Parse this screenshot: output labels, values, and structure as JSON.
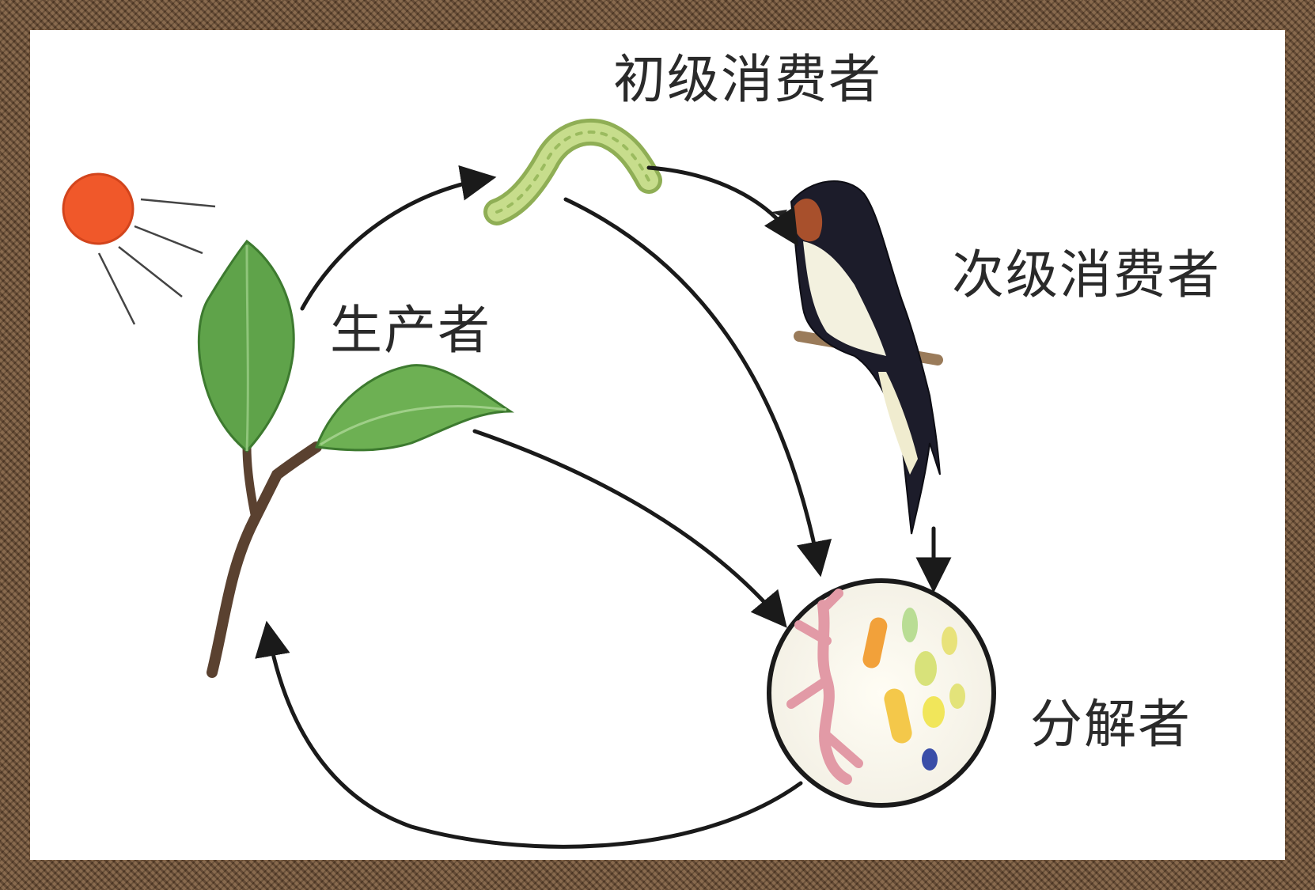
{
  "labels": {
    "primary_consumer": "初级消费者",
    "secondary_consumer": "次级消费者",
    "producer": "生产者",
    "decomposer": "分解者"
  },
  "colors": {
    "frame": "#7a5c41",
    "background": "#ffffff",
    "sun": "#f0582a",
    "leaf": "#5fa34a",
    "caterpillar": "#b9d27a",
    "arrow": "#1a1a1a"
  },
  "nodes": [
    {
      "id": "sun",
      "icon": "sun-icon"
    },
    {
      "id": "producer",
      "icon": "plant-branch-icon"
    },
    {
      "id": "primary_consumer",
      "icon": "caterpillar-icon"
    },
    {
      "id": "secondary_consumer",
      "icon": "swallow-bird-icon"
    },
    {
      "id": "decomposer",
      "icon": "microbes-circle-icon"
    }
  ],
  "edges": [
    {
      "from": "producer",
      "to": "primary_consumer"
    },
    {
      "from": "primary_consumer",
      "to": "secondary_consumer"
    },
    {
      "from": "primary_consumer",
      "to": "decomposer"
    },
    {
      "from": "secondary_consumer",
      "to": "decomposer"
    },
    {
      "from": "producer",
      "to": "decomposer"
    },
    {
      "from": "decomposer",
      "to": "producer"
    }
  ]
}
